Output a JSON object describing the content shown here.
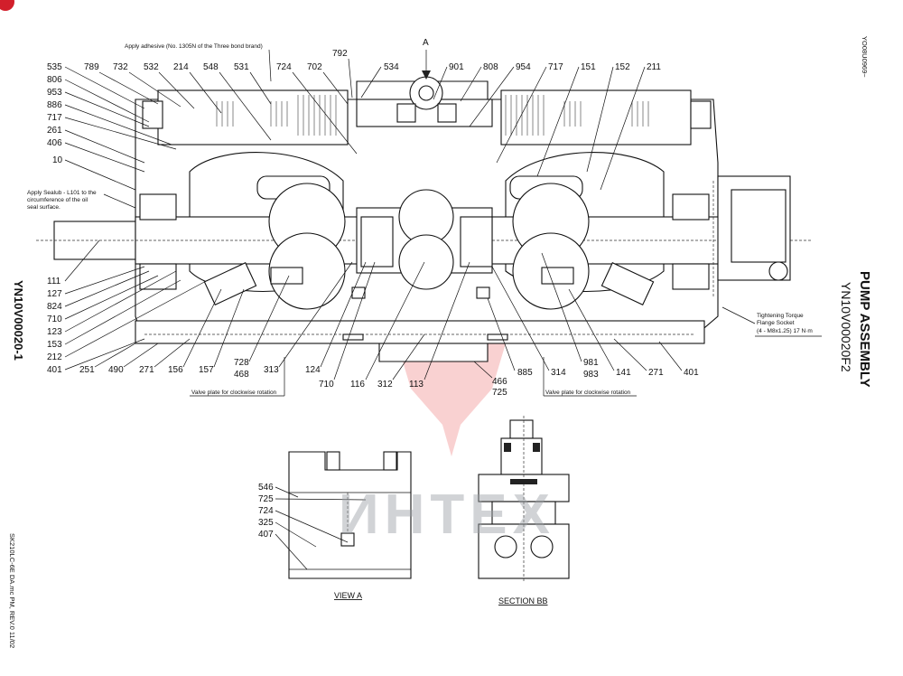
{
  "title": "PUMP ASSEMBLY",
  "subtitle": "YN10V00020F2",
  "drawing_number": "YN10V00020-1",
  "corner_code": "YO08U0969~",
  "footer": "SK210LC-6E DA.mc PM, REV.0 11/02",
  "watermark": "ИНТЕХ",
  "view_a_caption": "VIEW A",
  "section_bb_caption": "SECTION BB",
  "view_marker": "A",
  "notes": {
    "adhesive": "Apply adhesive (No. 1305N of the Three bond brand)",
    "sealub_1": "Apply Sealub - L101 to the",
    "sealub_2": "circumference of the oil",
    "sealub_3": "seal surface.",
    "torque_1": "Tightening Torque",
    "torque_2": "Flange Socket",
    "torque_3": "(4 - M8x1.25) 17 N·m",
    "valve_left": "Valve plate for clockwise rotation",
    "valve_right": "Valve plate for clockwise rotation"
  },
  "callouts": {
    "top": [
      "535",
      "789",
      "732",
      "532",
      "214",
      "548",
      "531",
      "724",
      "702",
      "792",
      "534",
      "901",
      "808",
      "954",
      "717",
      "151",
      "152",
      "211"
    ],
    "left": [
      "806",
      "953",
      "886",
      "717",
      "261",
      "406",
      "10"
    ],
    "bottom_left": [
      "111",
      "127",
      "824",
      "710",
      "123",
      "153",
      "212",
      "401",
      "251",
      "490",
      "271",
      "156",
      "157",
      "728",
      "468",
      "313",
      "124"
    ],
    "bottom_mid": [
      "710",
      "116",
      "312",
      "113",
      "466",
      "725",
      "885",
      "314"
    ],
    "bottom_right": [
      "981",
      "983",
      "141",
      "271",
      "401"
    ],
    "view_a": [
      "546",
      "725",
      "724",
      "325",
      "407"
    ]
  }
}
